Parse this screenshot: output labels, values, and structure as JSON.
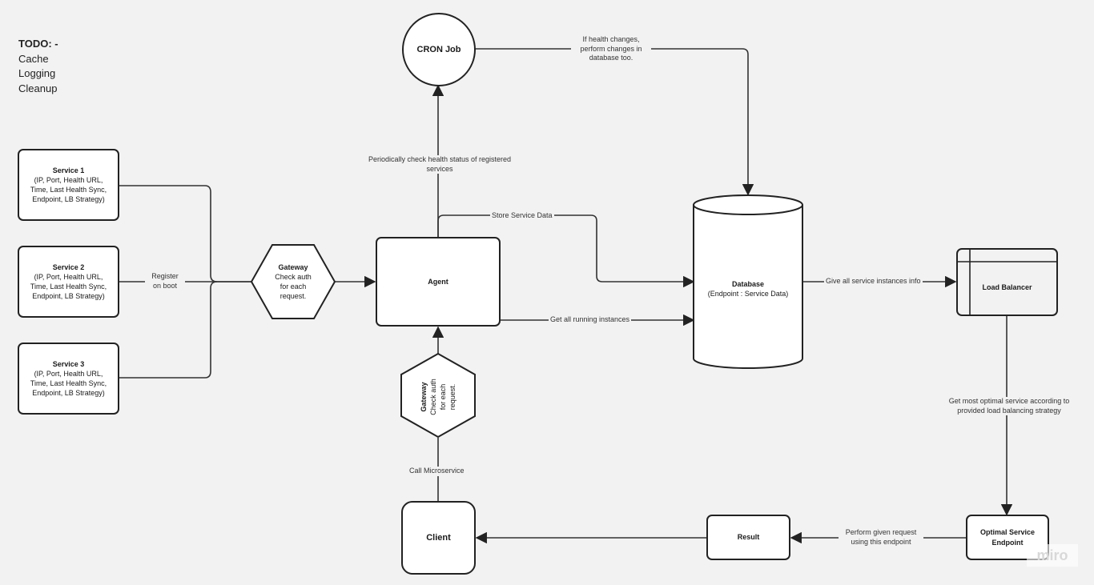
{
  "todo": {
    "title": "TODO: -",
    "items": [
      "Cache",
      "Logging",
      "Cleanup"
    ]
  },
  "services": [
    {
      "title": "Service 1",
      "desc": "(IP, Port, Health URL, Time, Last Health Sync, Endpoint, LB Strategy)"
    },
    {
      "title": "Service 2",
      "desc": "(IP, Port, Health URL, Time, Last Health Sync, Endpoint, LB Strategy)"
    },
    {
      "title": "Service 3",
      "desc": "(IP, Port, Health URL, Time, Last Health Sync, Endpoint, LB Strategy)"
    }
  ],
  "gateway_left": {
    "title": "Gateway",
    "desc": "Check auth for each request."
  },
  "gateway_bottom": {
    "title": "Gateway",
    "desc": "Check auth for each request."
  },
  "agent": {
    "title": "Agent"
  },
  "cron": {
    "title": "CRON Job"
  },
  "database": {
    "title": "Database",
    "subtitle": "(Endpoint : Service Data)"
  },
  "load_balancer": {
    "title": "Load Balancer"
  },
  "optimal": {
    "title": "Optimal Service Endpoint"
  },
  "result": {
    "title": "Result"
  },
  "client": {
    "title": "Client"
  },
  "labels": {
    "register": "Register on boot",
    "periodic": "Periodically check health status of registered services",
    "health_change": "If health changes, perform changes in database too.",
    "store": "Store Service Data",
    "get_running": "Get all running instances",
    "give_all": "Give all service instances info",
    "get_optimal": "Get most optimal service according to provided load balancing strategy",
    "perform": "Perform given request using this endpoint",
    "call": "Call Microservice"
  },
  "watermark": "miro",
  "colors": {
    "background": "#f2f2f2",
    "stroke": "#222222",
    "node_fill": "#ffffff"
  }
}
